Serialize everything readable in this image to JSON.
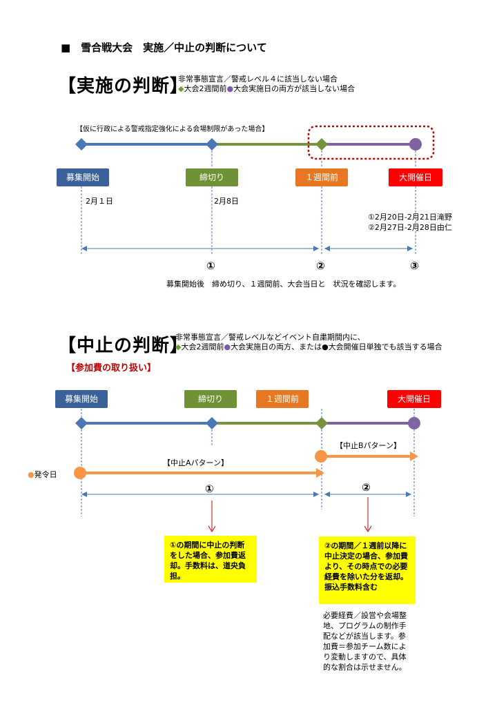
{
  "title": "■　雪合戦大会　実施／中止の判断について",
  "section1": {
    "title": "【実施の判断】",
    "sub1": "非常事態宣言／警戒レベル４に該当しない場合",
    "sub2_mid": "大会2週間前",
    "sub2_end": "大会実施日の両方が該当しない場合",
    "note": "【仮に行政による警戒指定強化による会場制限があった場合】",
    "labels": {
      "start": "募集開始",
      "deadline": "締切り",
      "week_before": "１週間前",
      "event": "大開催日"
    },
    "date1": "2月１日",
    "date2": "2月8日",
    "event_dates": [
      "①2月20日-2月21日滝野",
      "②2月27日-2月28日由仁"
    ],
    "markers": [
      "①",
      "②",
      "③"
    ],
    "confirm": "募集開始後　締め切り、１週間前、大会当日と　状況を確認します。"
  },
  "section2": {
    "title": "【中止の判断】",
    "sub1": "非常事態宣言／警戒レベルなどイベント自粛期間内に、",
    "sub2_a": "大会2週間前",
    "sub2_b": "大会実施日の両方、または",
    "sub2_c": "大会開催日単独でも該当する場合",
    "fee": "【参加費の取り扱い】",
    "labels": {
      "start": "募集開始",
      "deadline": "締切り",
      "week_before": "１週間前",
      "event": "大開催日"
    },
    "order_day": "発令日",
    "pattern_a": "【中止Aパターン】",
    "pattern_b": "【中止Bパターン】",
    "markers": [
      "①",
      "②"
    ],
    "note1": "①の期間に中止の判断をした場合、参加費返却。手数料は、道央負担。",
    "note2": "②の期間／１週前以降に中止決定の場合、参加費より、その時点での必要経費を除いた分を返却。振込手数料含む",
    "note3": "必要経費／設営や会場整地、プログラムの制作手配などが該当します。参加費＝参加チーム数により変動しますので、具体的な割合は示せません。"
  },
  "colors": {
    "blue": "#4a78b6",
    "green": "#77933c",
    "purple": "#8064a2",
    "orange": "#f79646",
    "red": "#ff0000",
    "dashblue": "#4a78b6"
  }
}
